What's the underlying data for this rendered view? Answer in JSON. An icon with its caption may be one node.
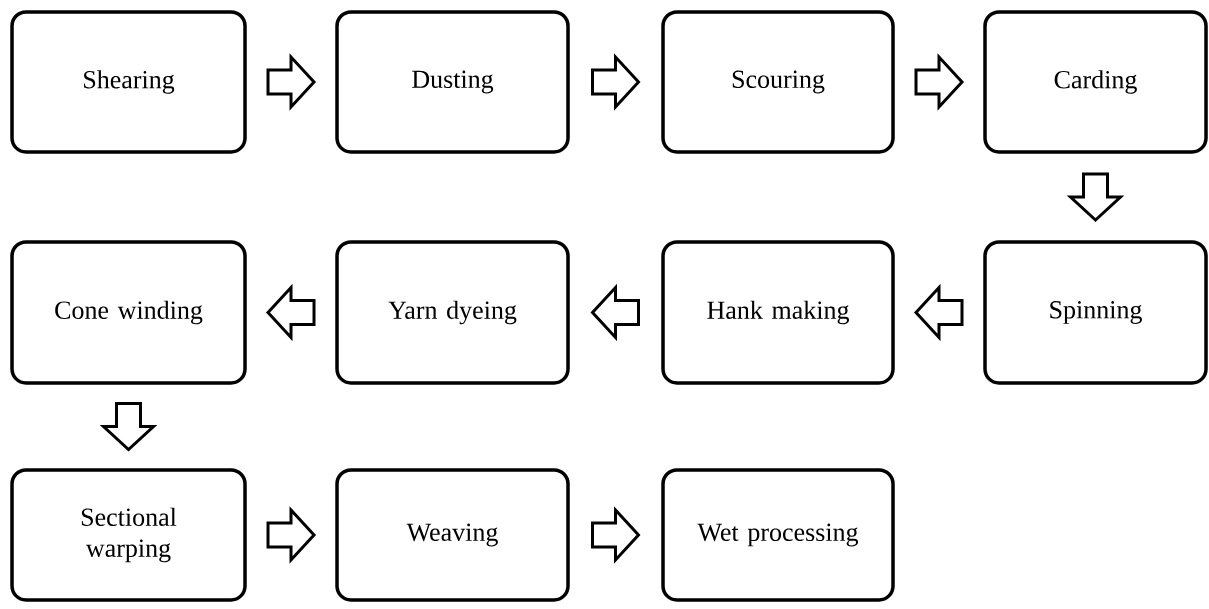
{
  "diagram": {
    "nodes": [
      {
        "text": [
          "Shearing"
        ]
      },
      {
        "text": [
          "Dusting"
        ]
      },
      {
        "text": [
          "Scouring"
        ]
      },
      {
        "text": [
          "Carding"
        ]
      },
      {
        "text": [
          "Spinning"
        ]
      },
      {
        "text": [
          "Hank making"
        ]
      },
      {
        "text": [
          "Yarn dyeing"
        ]
      },
      {
        "text": [
          "Cone winding"
        ]
      },
      {
        "text": [
          "Sectional warping"
        ]
      },
      {
        "text": [
          "Weaving"
        ]
      },
      {
        "text": [
          "Wet processing"
        ]
      }
    ],
    "edges": [
      {
        "from": 0,
        "to": 1,
        "arrow": "to"
      },
      {
        "from": 1,
        "to": 2,
        "arrow": "to"
      },
      {
        "from": 2,
        "to": 3,
        "arrow": "to"
      },
      {
        "from": 3,
        "to": 4,
        "arrow": "to"
      },
      {
        "from": 4,
        "to": 5,
        "arrow": "to"
      },
      {
        "from": 5,
        "to": 6,
        "arrow": "to"
      },
      {
        "from": 6,
        "to": 7,
        "arrow": "to"
      },
      {
        "from": 7,
        "to": 8,
        "arrow": "to"
      },
      {
        "from": 8,
        "to": 9,
        "arrow": "to"
      },
      {
        "from": 9,
        "to": 10,
        "arrow": "to"
      }
    ]
  }
}
